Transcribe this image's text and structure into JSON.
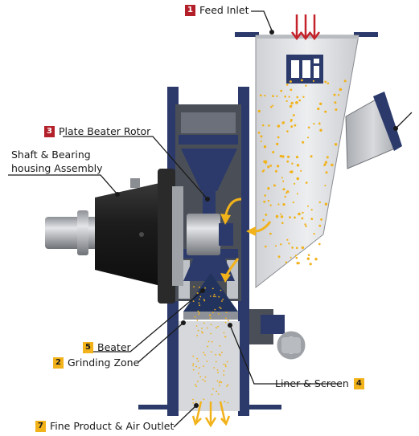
{
  "labels": {
    "feed_inlet": {
      "num": "1",
      "text": "Feed Inlet"
    },
    "grinding_zone": {
      "num": "2",
      "text": "Grinding Zone"
    },
    "plate_beater_rotor": {
      "num": "3",
      "text": "Plate Beater Rotor"
    },
    "liner_screen": {
      "num": "4",
      "text": "Liner & Screen"
    },
    "beater": {
      "num": "5",
      "text": "Beater"
    },
    "shaft_bearing_line1": "Shaft & Bearing",
    "shaft_bearing_line2": "housing Assembly",
    "fine_product_outlet": {
      "num": "7",
      "text": "Fine Product & Air Outlet"
    }
  },
  "colors": {
    "badge_red": "#b3202a",
    "badge_yellow": "#f2b21a",
    "frame_navy": "#2b3a6b",
    "particle_yellow": "#f2b21a",
    "arrow_red": "#c4232b",
    "hopper_gray": "#dcdde0"
  }
}
